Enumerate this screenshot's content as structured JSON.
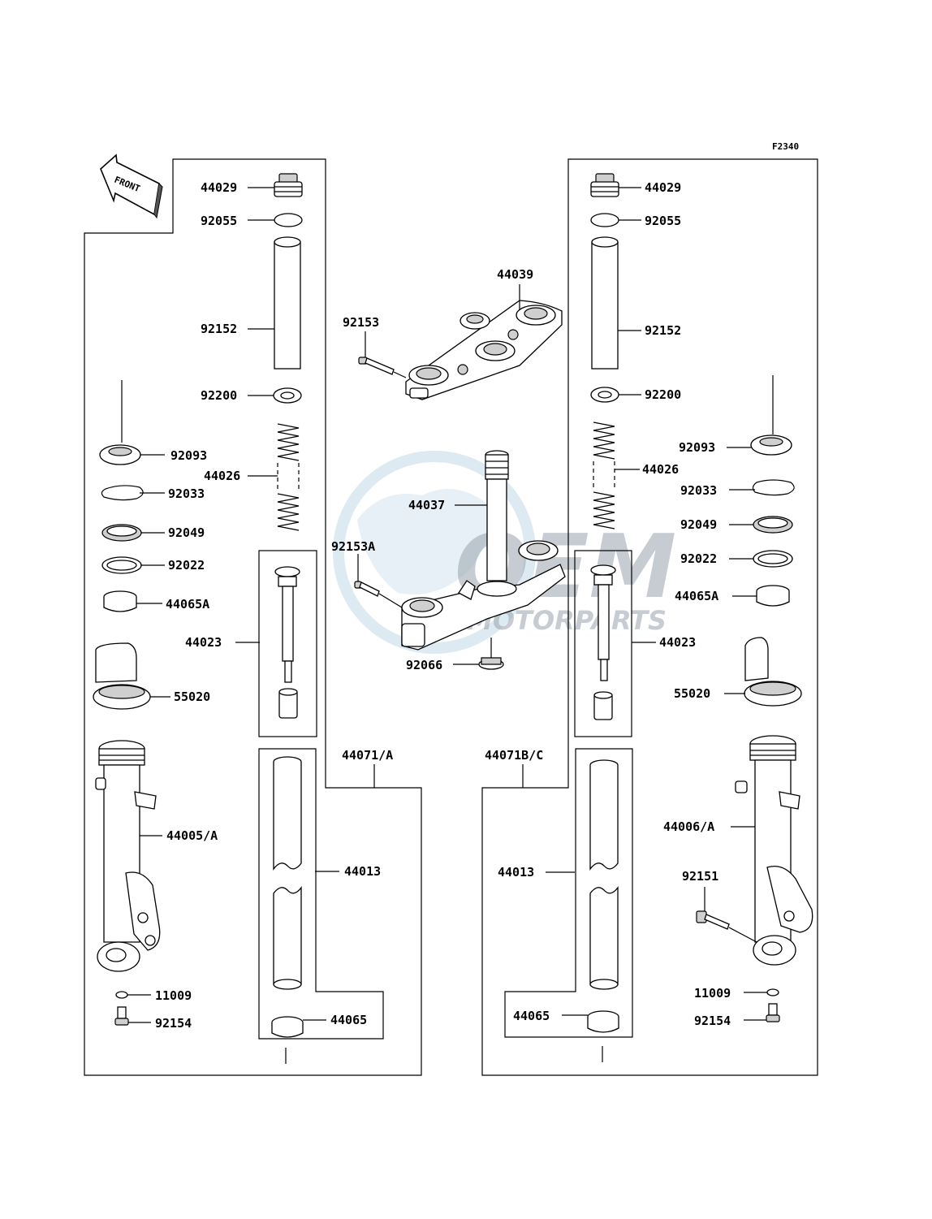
{
  "figure_id": "F2340",
  "front_label": "FRONT",
  "watermark": {
    "line1": "OEM",
    "line2": "MOTORPARTS"
  },
  "left_parts": {
    "p44029": "44029",
    "p92055": "92055",
    "p92152": "92152",
    "p92200": "92200",
    "p92093": "92093",
    "p44026": "44026",
    "p92033": "92033",
    "p92049": "92049",
    "p92022": "92022",
    "p44065A": "44065A",
    "p44023": "44023",
    "p55020": "55020",
    "p44071A": "44071/A",
    "p44005A": "44005/A",
    "p44013": "44013",
    "p11009": "11009",
    "p92154": "92154",
    "p44065": "44065"
  },
  "center_parts": {
    "p44039": "44039",
    "p92153": "92153",
    "p44037": "44037",
    "p92153A": "92153A",
    "p92066": "92066"
  },
  "right_parts": {
    "p44029": "44029",
    "p92055": "92055",
    "p92152": "92152",
    "p92200": "92200",
    "p92093": "92093",
    "p44026": "44026",
    "p92033": "92033",
    "p92049": "92049",
    "p92022": "92022",
    "p44065A": "44065A",
    "p44023": "44023",
    "p55020": "55020",
    "p44071BC": "44071B/C",
    "p44006A": "44006/A",
    "p44013": "44013",
    "p92151": "92151",
    "p11009": "11009",
    "p92154": "92154",
    "p44065": "44065"
  }
}
